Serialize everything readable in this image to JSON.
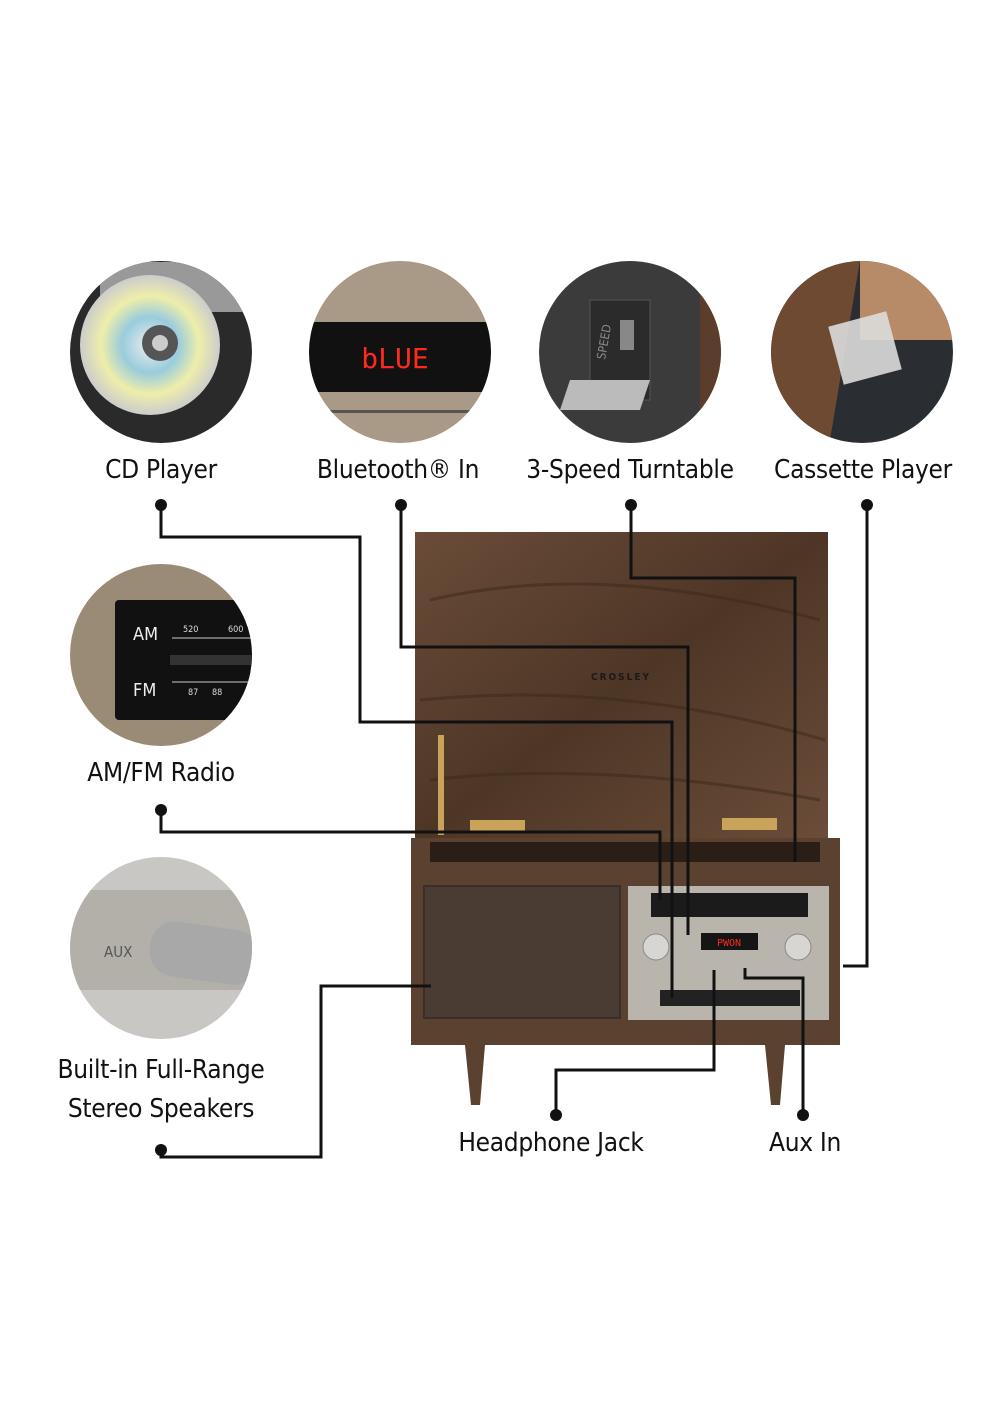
{
  "features": [
    {
      "id": "cd",
      "label": "CD Player"
    },
    {
      "id": "bluetooth",
      "label": "Bluetooth® In",
      "display": "bLUE"
    },
    {
      "id": "turntable",
      "label": "3-Speed Turntable",
      "switch_text": "SPEED"
    },
    {
      "id": "cassette",
      "label": "Cassette Player"
    },
    {
      "id": "radio",
      "label": "AM/FM Radio",
      "band1": "AM",
      "band2": "FM",
      "am_ticks": [
        "520",
        "600"
      ],
      "fm_ticks": [
        "87",
        "88"
      ]
    },
    {
      "id": "speakers",
      "label_line1": "Built-in Full-Range",
      "label_line2": "Stereo Speakers",
      "aux_text": "AUX"
    },
    {
      "id": "headphone",
      "label": "Headphone Jack"
    },
    {
      "id": "aux",
      "label": "Aux In"
    }
  ],
  "product": {
    "brand": "CROSLEY",
    "display": "PWON"
  },
  "colors": {
    "wood": "#5a4030",
    "line": "#111111",
    "panel": "#b9b5ad",
    "led": "#ff2a1a"
  }
}
